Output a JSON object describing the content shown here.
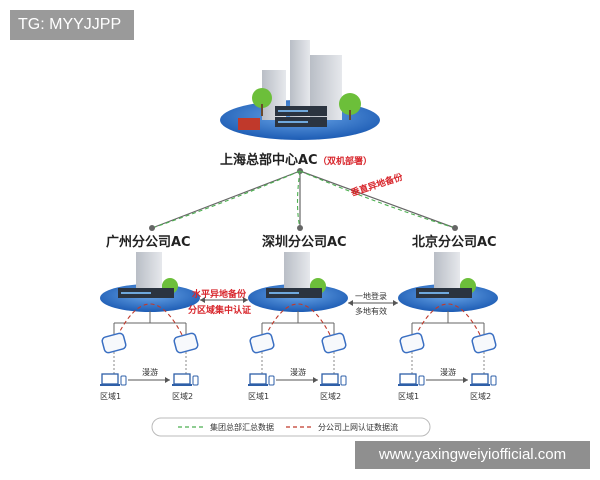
{
  "watermark_tag": "TG: MYYJJPP",
  "watermark_url": "www.yaxingweiyiofficial.com",
  "hq": {
    "title": "上海总部中心AC",
    "note": "（双机部署）"
  },
  "vertical_backup": "垂直异地备份",
  "branches": [
    {
      "title": "广州分公司AC"
    },
    {
      "title": "深圳分公司AC"
    },
    {
      "title": "北京分公司AC"
    }
  ],
  "horizontal_backup": "水平异地备份",
  "central_auth": "分区域集中认证",
  "one_login": "一地登录",
  "multi_valid": "多地有效",
  "roaming": "漫游",
  "area1": "区域1",
  "area2": "区域2",
  "legend": {
    "green": "集团总部汇总数据",
    "red": "分公司上网认证数据流"
  },
  "colors": {
    "green_line": "#4caf50",
    "red_line": "#c0392b",
    "platform": "#1f5fb5",
    "accent_red": "#d8262c"
  }
}
